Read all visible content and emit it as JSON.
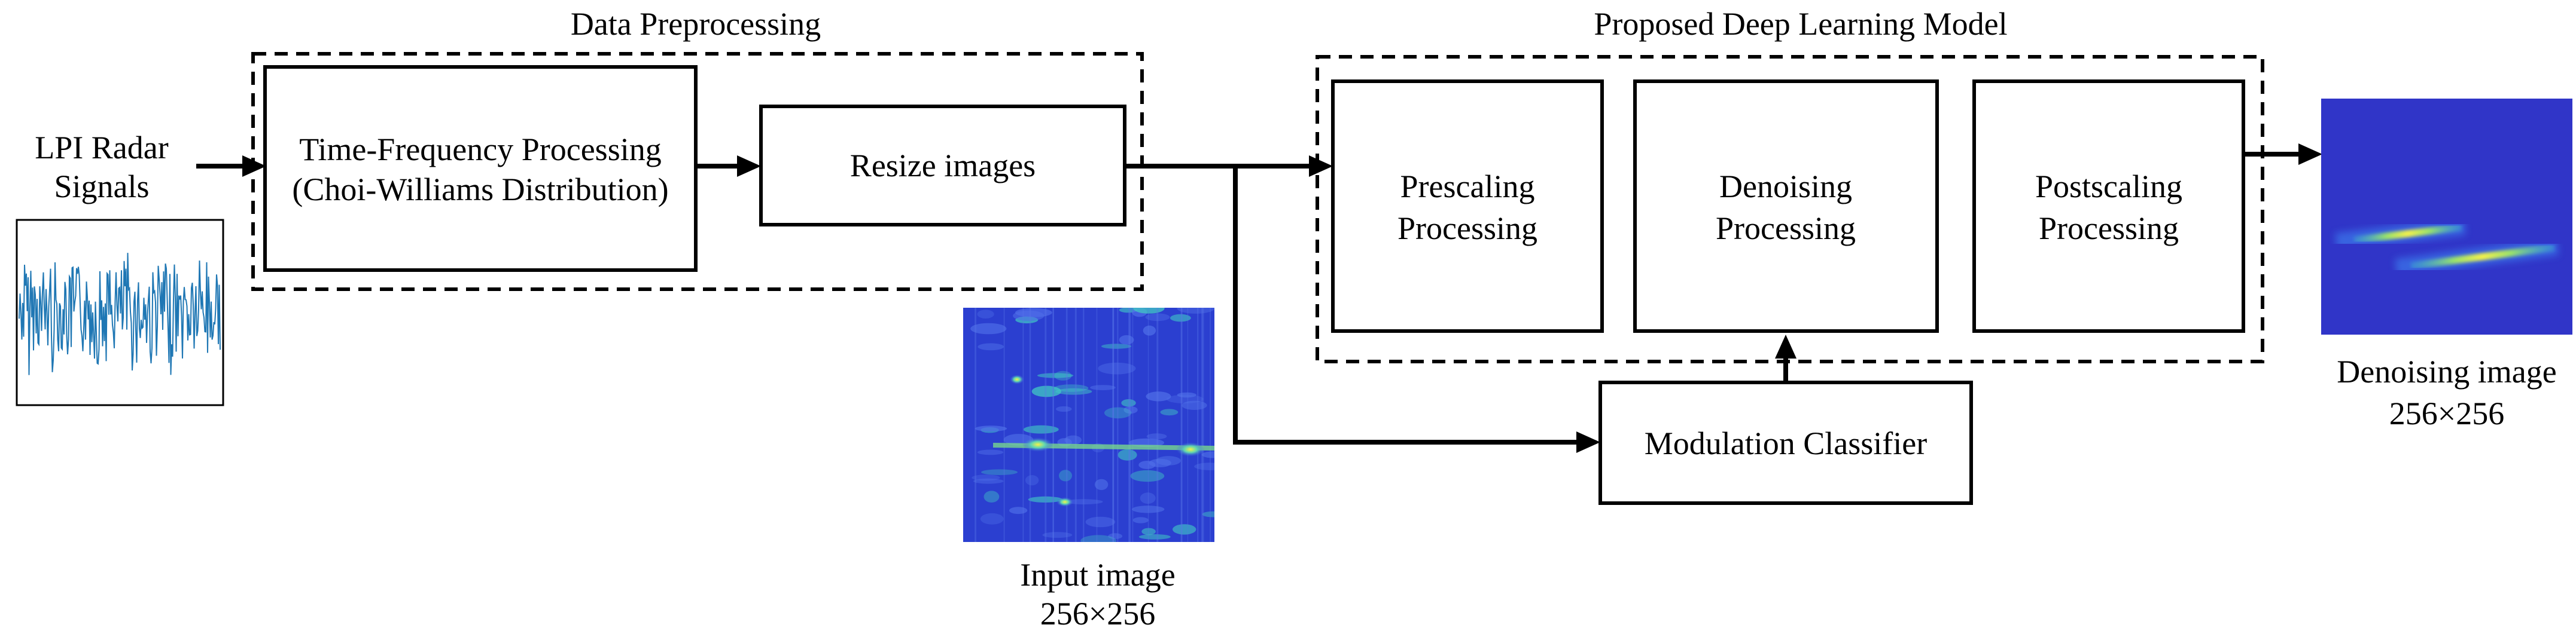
{
  "groups": {
    "preprocessing": "Data Preprocessing",
    "model": "Proposed Deep Learning Model"
  },
  "input": {
    "label_line1": "LPI Radar",
    "label_line2": "Signals"
  },
  "blocks": {
    "tfp_line1": "Time-Frequency Processing",
    "tfp_line2": "(Choi-Williams Distribution)",
    "resize": "Resize images",
    "prescaling_line1": "Prescaling",
    "prescaling_line2": "Processing",
    "denoising_line1": "Denoising",
    "denoising_line2": "Processing",
    "postscaling_line1": "Postscaling",
    "postscaling_line2": "Processing",
    "classifier": "Modulation Classifier"
  },
  "images": {
    "input_line1": "Input image",
    "input_line2": "256×256",
    "output_line1": "Denoising image",
    "output_line2": "256×256"
  },
  "colors": {
    "signal": "#1f77b4",
    "heatmap_bg": "#2b3fd0",
    "heatmap_hot": "#f4f24a",
    "heatmap_mid": "#3cc7c9"
  }
}
